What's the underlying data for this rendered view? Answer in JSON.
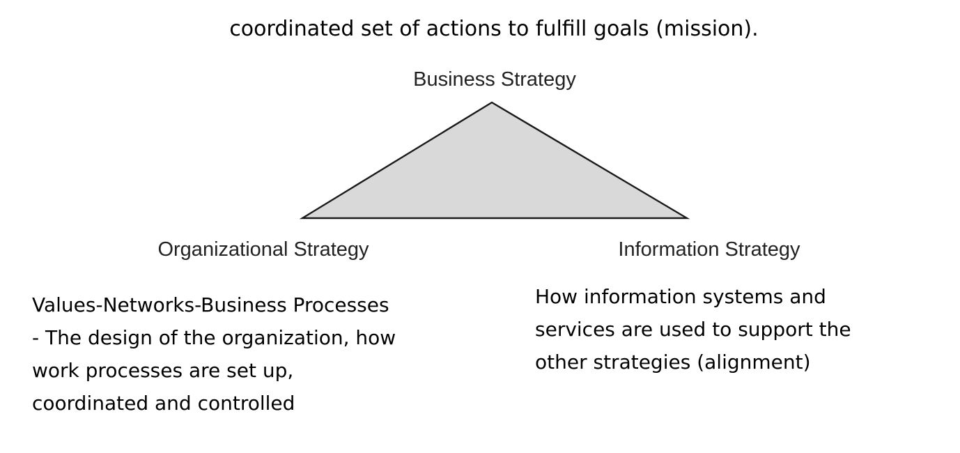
{
  "header": {
    "text": "coordinated set of actions to fulfill goals (mission)."
  },
  "diagram": {
    "top_label": "Business Strategy",
    "left_label": "Organizational Strategy",
    "right_label": "Information Strategy",
    "triangle_fill": "#d9d9d9",
    "triangle_stroke": "#1a1a1a"
  },
  "descriptions": {
    "left": [
      "Values-Networks-Business Processes",
      "- The design of the organization, how",
      "work processes are set up,",
      "coordinated and controlled"
    ],
    "right": [
      "How information systems and",
      "services are used to support the",
      "other strategies (alignment)"
    ]
  }
}
